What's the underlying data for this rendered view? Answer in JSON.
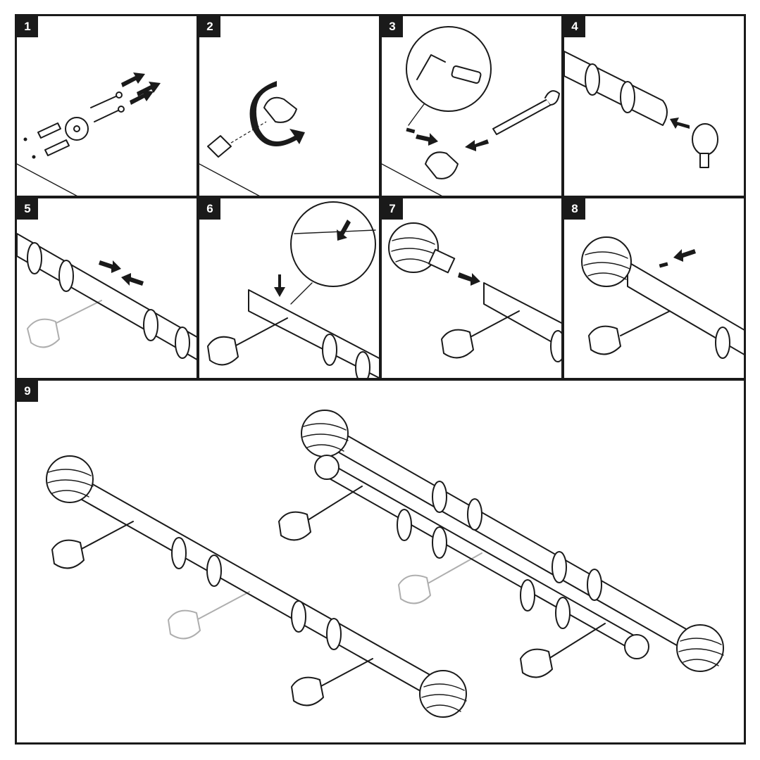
{
  "steps": [
    {
      "number": "1"
    },
    {
      "number": "2"
    },
    {
      "number": "3"
    },
    {
      "number": "4"
    },
    {
      "number": "5"
    },
    {
      "number": "6"
    },
    {
      "number": "7"
    },
    {
      "number": "8"
    },
    {
      "number": "9"
    }
  ],
  "colors": {
    "ink": "#1a1a1a",
    "paper": "#ffffff"
  },
  "icons": {
    "arrow": "arrow-icon",
    "rotate": "rotate-arrow-icon",
    "finial": "ball-finial-icon",
    "ring": "curtain-ring-icon"
  }
}
